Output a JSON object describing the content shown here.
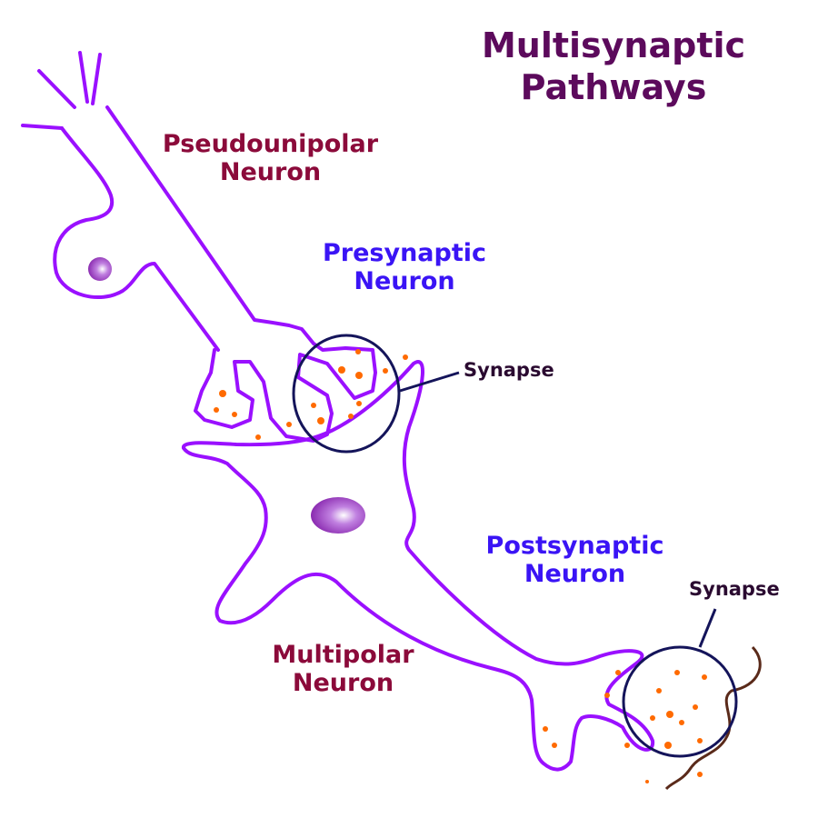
{
  "title": {
    "line1": "Multisynaptic",
    "line2": "Pathways"
  },
  "labels": {
    "pseudounipolar": {
      "line1": "Pseudounipolar",
      "line2": "Neuron"
    },
    "presynaptic": {
      "line1": "Presynaptic",
      "line2": "Neuron"
    },
    "postsynaptic": {
      "line1": "Postsynaptic",
      "line2": "Neuron"
    },
    "multipolar": {
      "line1": "Multipolar",
      "line2": "Neuron"
    },
    "synapse1": "Synapse",
    "synapse2": "Synapse"
  },
  "colors": {
    "neuron_outline": "#9a10ff",
    "synapse_circle": "#14145a",
    "vesicles": "#ff6a00",
    "dendrite": "#5a2a1a"
  }
}
